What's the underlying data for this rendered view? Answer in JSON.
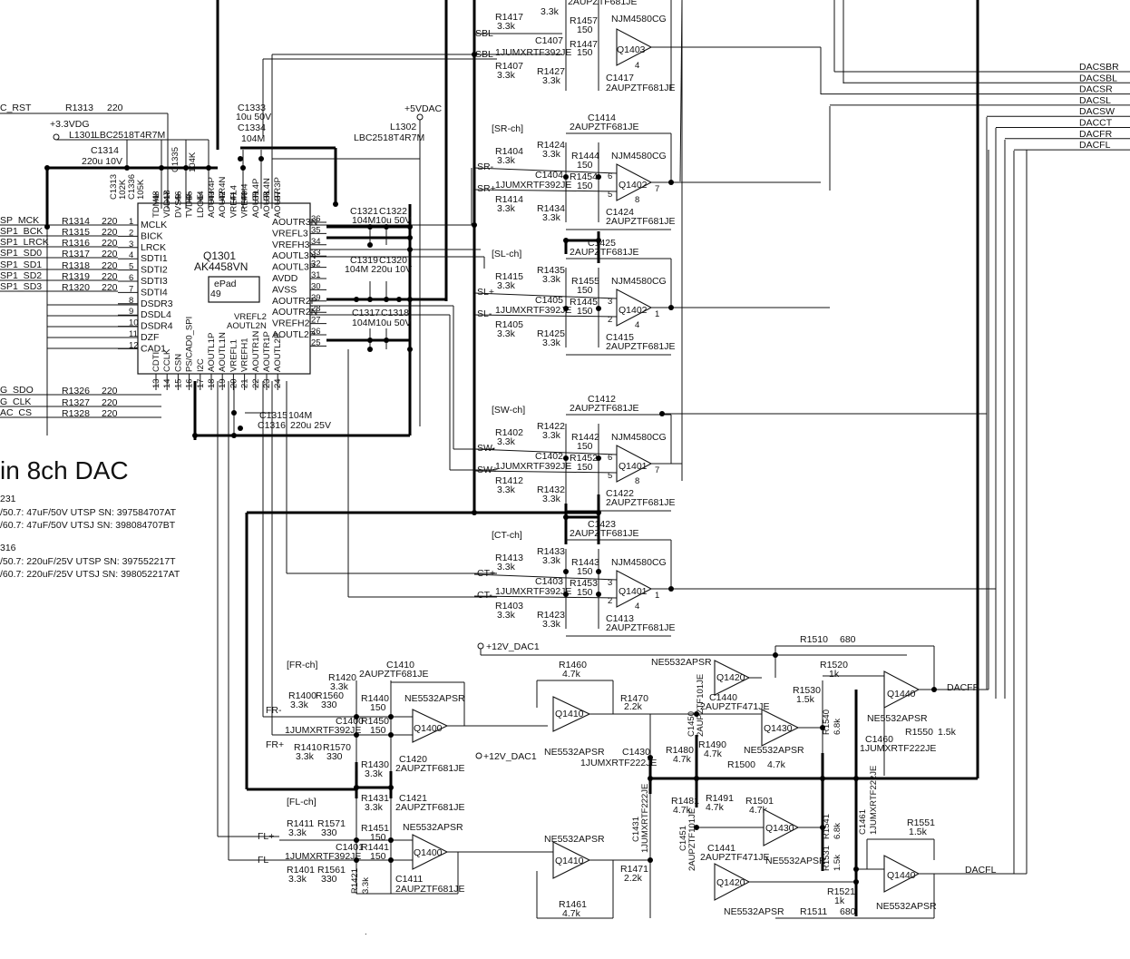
{
  "dac": {
    "ref": "Q1301",
    "part": "AK4458VN",
    "left_pins": [
      {
        "name": "MCLK",
        "num": "1"
      },
      {
        "name": "BICK",
        "num": "2"
      },
      {
        "name": "LRCK",
        "num": "3"
      },
      {
        "name": "SDTI1",
        "num": "4"
      },
      {
        "name": "SDTI2",
        "num": "5"
      },
      {
        "name": "SDTI3",
        "num": "6"
      },
      {
        "name": "SDTI4",
        "num": "7"
      },
      {
        "name": "DSDR3",
        "num": "8"
      },
      {
        "name": "DSDL4",
        "num": "9"
      },
      {
        "name": "DSDR4",
        "num": "10"
      },
      {
        "name": "DZF",
        "num": "11"
      },
      {
        "name": "CAD1",
        "num": "12"
      }
    ],
    "right_pins": [
      {
        "name": "AOUTR3N",
        "num": "36"
      },
      {
        "name": "VREFL3",
        "num": "35"
      },
      {
        "name": "VREFH3",
        "num": "34"
      },
      {
        "name": "AOUTL3N",
        "num": "33"
      },
      {
        "name": "AOUTL3P",
        "num": "32"
      },
      {
        "name": "AVDD",
        "num": "31"
      },
      {
        "name": "AVSS",
        "num": "30"
      },
      {
        "name": "AOUTR2P",
        "num": "29"
      },
      {
        "name": "AOUTR2N",
        "num": "28"
      },
      {
        "name": "VREFH2",
        "num": "27"
      },
      {
        "name": "AOUTL2P",
        "num": "26"
      },
      {
        "name": "",
        "num": "25"
      }
    ],
    "top_pins": [
      "TDM1",
      "VDD18",
      "DVSS",
      "TVDD",
      "LDOE",
      "AOUTR4P",
      "AOUTR4N",
      "VREFL4",
      "VREFH4",
      "AOUTL4P",
      "AOUTL4N",
      "AOUTR3P"
    ],
    "top_nums": [
      "48",
      "47",
      "46",
      "45",
      "44",
      "43",
      "42",
      "41",
      "40",
      "39",
      "38",
      "37"
    ],
    "bottom_pins": [
      "CDTI",
      "CCLK",
      "CSN",
      "PS/CAD0_SPI",
      "I2C",
      "AOUTL1P",
      "AOUTL1N",
      "VREFL1",
      "VREFH1",
      "AOUTR1N",
      "AOUTR1P",
      "AOUTL2P"
    ],
    "bottom_nums": [
      "13",
      "14",
      "15",
      "16",
      "17",
      "18",
      "19",
      "20",
      "21",
      "22",
      "23",
      "24"
    ],
    "inner_labels": [
      "VREFL2",
      "AOUTL2N",
      "AOUTR3P",
      "AOUTR3N"
    ],
    "epad": "ePad",
    "epad_num": "49"
  },
  "input_nets": [
    "C_RST",
    "SP_MCK",
    "SP1_BCK",
    "SP1_LRCK",
    "SP1_SD0",
    "SP1_SD1",
    "SP1_SD2",
    "SP1_SD3",
    "G_SDO",
    "G_CLK",
    "AC_CS"
  ],
  "input_resistors": [
    {
      "ref": "R1313",
      "val": "220"
    },
    {
      "ref": "R1314",
      "val": "220"
    },
    {
      "ref": "R1315",
      "val": "220"
    },
    {
      "ref": "R1316",
      "val": "220"
    },
    {
      "ref": "R1317",
      "val": "220"
    },
    {
      "ref": "R1318",
      "val": "220"
    },
    {
      "ref": "R1319",
      "val": "220"
    },
    {
      "ref": "R1320",
      "val": "220"
    },
    {
      "ref": "R1326",
      "val": "220"
    },
    {
      "ref": "R1327",
      "val": "220"
    },
    {
      "ref": "R1328",
      "val": "220"
    }
  ],
  "power": {
    "v33": "+3.3VDG",
    "l1301": "L1301",
    "l1301_part": "LBC2518T4R7M",
    "c1314": "C1314",
    "c1314_val": "220u 10V",
    "c1313": "C1313",
    "c1313_val": "102K",
    "c1336": "C1336",
    "c1336_val": "105K",
    "c1335": "C1335",
    "c1335_val": "104K",
    "v5": "+5VDAC",
    "l1302": "L1302",
    "l1302_part": "LBC2518T4R7M",
    "c1333": "C1333",
    "c1333_val": "10u 50V",
    "c1334": "C1334",
    "c1334_val": "104M",
    "c1321": "C1321",
    "c1322": "C1322",
    "c1321_val": "104M10u 50V",
    "c1319": "C1319",
    "c1320": "C1320",
    "c1319_val": "104M 220u 10V",
    "c1317": "C1317",
    "c1318": "C1318",
    "c1317_val": "104M10u 50V",
    "c1315": "C1315",
    "c1315_val": "104M",
    "c1316": "C1316",
    "c1316_val": "220u 25V",
    "v12a": "+12V_DAC1",
    "v12b": "+12V_DAC1"
  },
  "title": {
    "text": "in 8ch DAC",
    "notes": [
      "231",
      "/50.7: 47uF/50V UTSP SN: 397584707AT",
      "/60.7: 47uF/50V UTSJ SN: 398084707BT",
      "316",
      "/50.7: 220uF/25V UTSP SN: 397552217T",
      "/60.7: 220uF/25V UTSJ SN: 398052217AT"
    ]
  },
  "channels": [
    {
      "name": "[SR-ch]",
      "q": "Q1402",
      "opamp": "NJM4580CG",
      "in_a": "SR-",
      "in_b": "SR+",
      "r_top": "R1424",
      "r_top_val": "3.3k",
      "c_top": "C1414",
      "c_top_val": "2AUPZTF681JE",
      "r_in_a": "R1404",
      "r_in_a_val": "3.3k",
      "r_in_b": "R1414",
      "r_in_b_val": "3.3k",
      "r_s1": "R1444",
      "r_s1_val": "150",
      "r_s2": "R1454",
      "r_s2_val": "150",
      "c_mid": "C1404",
      "c_mid_val": "1JUMXRTF392JE",
      "r_bot": "R1434",
      "r_bot_val": "3.3k",
      "c_bot": "C1424",
      "c_bot_val": "2AUPZTF681JE",
      "pins": [
        "6",
        "5",
        "7",
        "8"
      ]
    },
    {
      "name": "[SL-ch]",
      "q": "Q1402",
      "opamp": "NJM4580CG",
      "in_a": "SL+",
      "in_b": "SL-",
      "r_top": "R1435",
      "r_top_val": "3.3k",
      "c_top": "C1425",
      "c_top_val": "2AUPZTF681JE",
      "r_in_a": "R1415",
      "r_in_a_val": "3.3k",
      "r_in_b": "R1405",
      "r_in_b_val": "3.3k",
      "r_s1": "R1455",
      "r_s1_val": "150",
      "r_s2": "R1445",
      "r_s2_val": "150",
      "c_mid": "C1405",
      "c_mid_val": "1JUMXRTF392JE",
      "r_bot": "R1425",
      "r_bot_val": "3.3k",
      "c_bot": "C1415",
      "c_bot_val": "2AUPZTF681JE",
      "pins": [
        "3",
        "2",
        "1",
        "4"
      ]
    },
    {
      "name": "[SW-ch]",
      "q": "Q1401",
      "opamp": "NJM4580CG",
      "in_a": "SW-",
      "in_b": "SW+",
      "r_top": "R1422",
      "r_top_val": "3.3k",
      "c_top": "C1412",
      "c_top_val": "2AUPZTF681JE",
      "r_in_a": "R1402",
      "r_in_a_val": "3.3k",
      "r_in_b": "R1412",
      "r_in_b_val": "3.3k",
      "r_s1": "R1442",
      "r_s1_val": "150",
      "r_s2": "R1452",
      "r_s2_val": "150",
      "c_mid": "C1402",
      "c_mid_val": "1JUMXRTF392JE",
      "r_bot": "R1432",
      "r_bot_val": "3.3k",
      "c_bot": "C1422",
      "c_bot_val": "2AUPZTF681JE",
      "pins": [
        "6",
        "5",
        "7",
        "8"
      ]
    },
    {
      "name": "[CT-ch]",
      "q": "Q1401",
      "opamp": "NJM4580CG",
      "in_a": "CT+",
      "in_b": "CT-",
      "r_top": "R1433",
      "r_top_val": "3.3k",
      "c_top": "C1423",
      "c_top_val": "2AUPZTF681JE",
      "r_in_a": "R1413",
      "r_in_a_val": "3.3k",
      "r_in_b": "R1403",
      "r_in_b_val": "3.3k",
      "r_s1": "R1443",
      "r_s1_val": "150",
      "r_s2": "R1453",
      "r_s2_val": "150",
      "c_mid": "C1403",
      "c_mid_val": "1JUMXRTF392JE",
      "r_bot": "R1423",
      "r_bot_val": "3.3k",
      "c_bot": "C1413",
      "c_bot_val": "2AUPZTF681JE",
      "pins": [
        "3",
        "2",
        "1",
        "4"
      ]
    }
  ],
  "sb_top": {
    "in_a": "SBL",
    "in_b": "SBL-",
    "r1417": "R1417",
    "r1417_val": "3.3k",
    "r1437_val": "3.3k",
    "r1457": "R1457",
    "r1457_val": "150",
    "c1407": "C1407",
    "c1407_val": "1JUMXRTF392JE",
    "r1447": "R1447",
    "r1447_val": "150",
    "r1407": "R1407",
    "r1407_val": "3.3k",
    "r1427": "R1427",
    "r1427_val": "3.3k",
    "c1417": "C1417",
    "c1417_val": "2AUPZTF681JE",
    "opamp": "NJM4580CG",
    "q": "Q1403",
    "top_part": "2AUPZTF681JE",
    "pin": "4"
  },
  "bus": [
    "DACSBR",
    "DACSBL",
    "DACSR",
    "DACSL",
    "DACSW",
    "DACCT",
    "DACFR",
    "DACFL"
  ],
  "fr": {
    "name": "[FR-ch]",
    "in_a": "FR-",
    "in_b": "FR+",
    "r1420": "R1420",
    "r1420_val": "3.3k",
    "c1410": "C1410",
    "c1410_val": "2AUPZTF681JE",
    "r1400": "R1400",
    "r1400_val": "3.3k",
    "r1560": "R1560",
    "r1560_val": "330",
    "r1440": "R1440",
    "r1440_val": "150",
    "r1450": "R1450",
    "r1450_val": "150",
    "c1400": "C1400",
    "c1400_val": "1JUMXRTF392JE",
    "r1410": "R1410",
    "r1410_val": "3.3k",
    "r1570": "R1570",
    "r1570_val": "330",
    "r1430": "R1430",
    "r1430_val": "3.3k",
    "c1420": "C1420",
    "c1420_val": "2AUPZTF681JE",
    "q1400": "Q1400",
    "op": "NE5532APSR",
    "r1460": "R1460",
    "r1460_val": "4.7k",
    "q1410": "Q1410",
    "r1470": "R1470",
    "r1470_val": "2.2k",
    "op2": "NE5532APSR",
    "c1430": "C1430",
    "c1430_val": "1JUMXRTF222JE",
    "q1420": "Q1420",
    "op3": "NE5532APSR",
    "c1450": "C1450",
    "c1450_val": "2AUPZTF101JE",
    "c1440": "C1440",
    "c1440_val": "2AUPZTF471JE",
    "r1480": "R1480",
    "r1480_val": "4.7k",
    "r1490": "R1490",
    "r1490_val": "4.7k",
    "r1500": "R1500",
    "r1500_val": "4.7k",
    "q1430": "Q1430",
    "op4": "NE5532APSR",
    "r1510": "R1510",
    "r1510_val": "680",
    "r1520": "R1520",
    "r1520_val": "1k",
    "r1530": "R1530",
    "r1530_val": "1.5k",
    "r1540": "R1540",
    "r1540_val": "6.8k",
    "q1440": "Q1440",
    "op5": "NE5532APSR",
    "r1550": "R1550",
    "r1550_val": "1.5k",
    "c1460": "C1460",
    "c1460_val": "1JUMXRTF222JE",
    "out": "DACFR"
  },
  "fl": {
    "name": "[FL-ch]",
    "in_a": "FL+",
    "in_b": "FL-",
    "r1431": "R1431",
    "r1431_val": "3.3k",
    "c1421": "C1421",
    "c1421_val": "2AUPZTF681JE",
    "r1411": "R1411",
    "r1411_val": "3.3k",
    "r1571": "R1571",
    "r1571_val": "330",
    "r1451": "R1451",
    "r1451_val": "150",
    "r1441": "R1441",
    "r1441_val": "150",
    "c1401": "C1401",
    "c1401_val": "1JUMXRTF392JE",
    "r1401": "R1401",
    "r1401_val": "3.3k",
    "r1561": "R1561",
    "r1561_val": "330",
    "r1421": "R1421",
    "r1421_val": "3.3k",
    "c1411": "C1411",
    "c1411_val": "2AUPZTF681JE",
    "q1400": "Q1400",
    "op": "NE5532APSR",
    "r1461": "R1461",
    "r1461_val": "4.7k",
    "q1410": "Q1410",
    "op2": "NE5532APSR",
    "r1471": "R1471",
    "r1471_val": "2.2k",
    "c1431": "C1431",
    "c1431_val": "1JUMXRTF222JE",
    "r1481": "R1481",
    "r1481_val": "4.7k",
    "r1491": "R1491",
    "r1491_val": "4.7k",
    "r1501": "R1501",
    "r1501_val": "4.7k",
    "c1451": "C1451",
    "c1451_val": "2AUPZTF101JE",
    "c1441": "C1441",
    "c1441_val": "2AUPZTF471JE",
    "q1430": "Q1430",
    "op3": "NE5532APSR",
    "q1420": "Q1420",
    "op4": "NE5532APSR",
    "r1511": "R1511",
    "r1511_val": "680",
    "r1521": "R1521",
    "r1521_val": "1k",
    "r1531": "R1531",
    "r1531_val": "1.5k",
    "r1541": "R1541",
    "r1541_val": "6.8k",
    "r1551": "R1551",
    "r1551_val": "1.5k",
    "c1461": "C1461",
    "c1461_val": "1JUMXRTF222JE",
    "q1440": "Q1440",
    "op5": "NE5532APSR",
    "out": "DACFL"
  }
}
